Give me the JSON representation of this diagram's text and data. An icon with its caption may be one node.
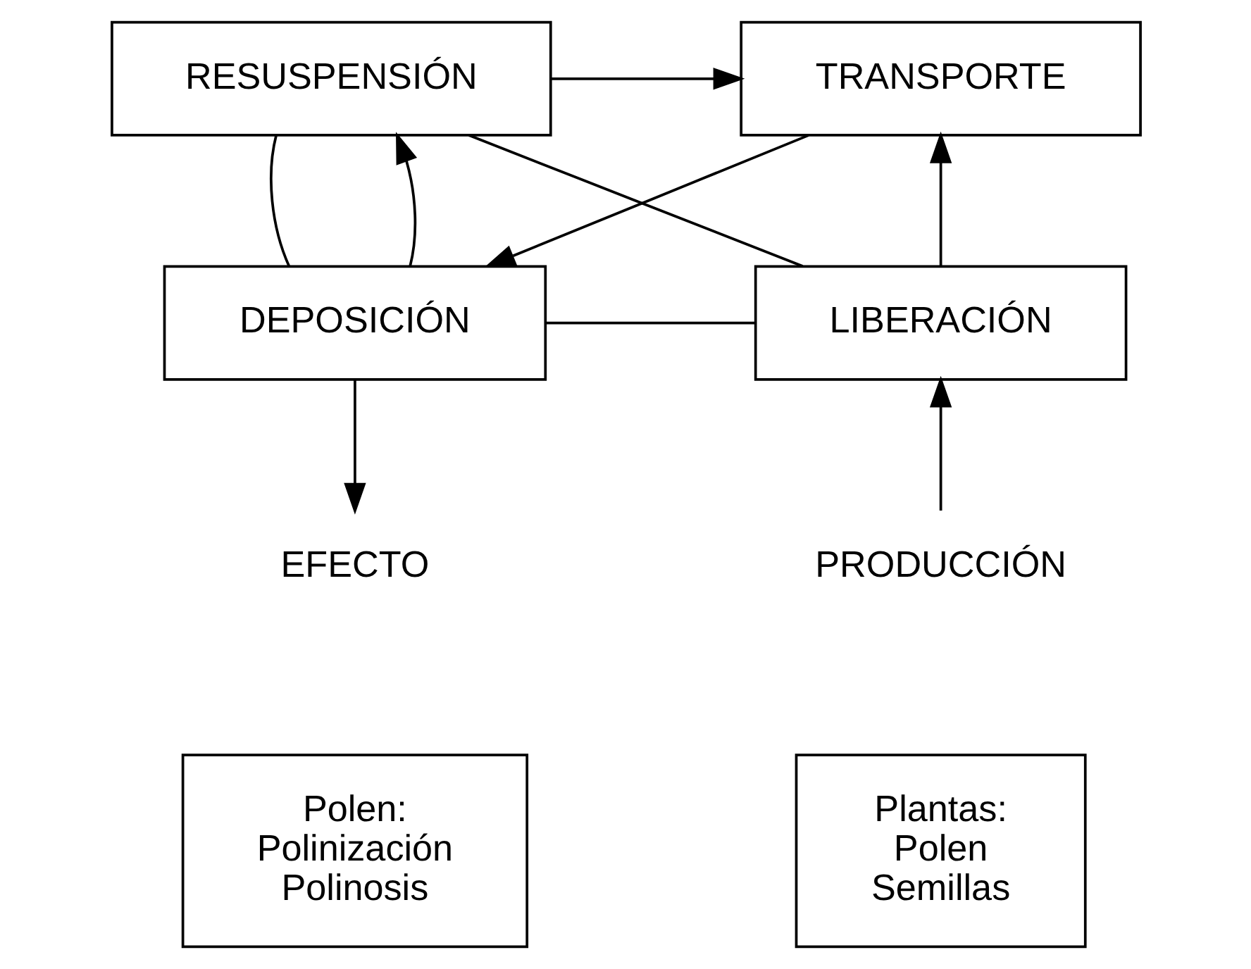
{
  "diagram": {
    "nodes": [
      {
        "text": [
          "TRANSPORTE"
        ]
      },
      {
        "text": [
          "RESUSPENSIÓN"
        ]
      },
      {
        "text": [
          "LIBERACIÓN"
        ]
      },
      {
        "text": [
          "DEPOSICIÓN"
        ]
      },
      {
        "text": [
          "PRODUCCIÓN"
        ]
      },
      {
        "text": [
          "EFECTO"
        ]
      },
      {
        "text": [
          "Plantas:",
          "Polen",
          "Semillas"
        ]
      },
      {
        "text": [
          "Polen:",
          "Polinización",
          "Polinosis"
        ]
      }
    ],
    "edges": [
      {
        "from": 2,
        "to": 0,
        "arrow": "to"
      },
      {
        "from": 1,
        "to": 0,
        "arrow": "to"
      },
      {
        "from": 0,
        "to": 3,
        "arrow": "to"
      },
      {
        "from": 3,
        "to": 1,
        "arrow": "to"
      },
      {
        "from": 4,
        "to": 2,
        "arrow": "to"
      },
      {
        "from": 3,
        "to": 5,
        "arrow": "to"
      },
      {
        "from": 2,
        "to": 3,
        "arrow": "none"
      },
      {
        "from": 2,
        "to": 1,
        "arrow": "none"
      },
      {
        "from": 1,
        "to": 3,
        "arrow": "none"
      }
    ]
  }
}
